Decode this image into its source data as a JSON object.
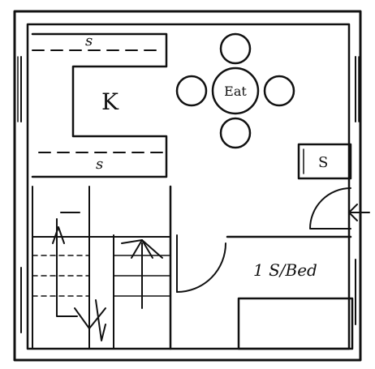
{
  "plan": {
    "room_labels": {
      "kitchen": "K",
      "eat": "Eat",
      "bedroom": "1 S/Bed"
    },
    "storage_labels": {
      "top": "s",
      "bottom": "s",
      "right": "S"
    },
    "ink_color": "#111111",
    "paper_color": "#ffffff"
  }
}
